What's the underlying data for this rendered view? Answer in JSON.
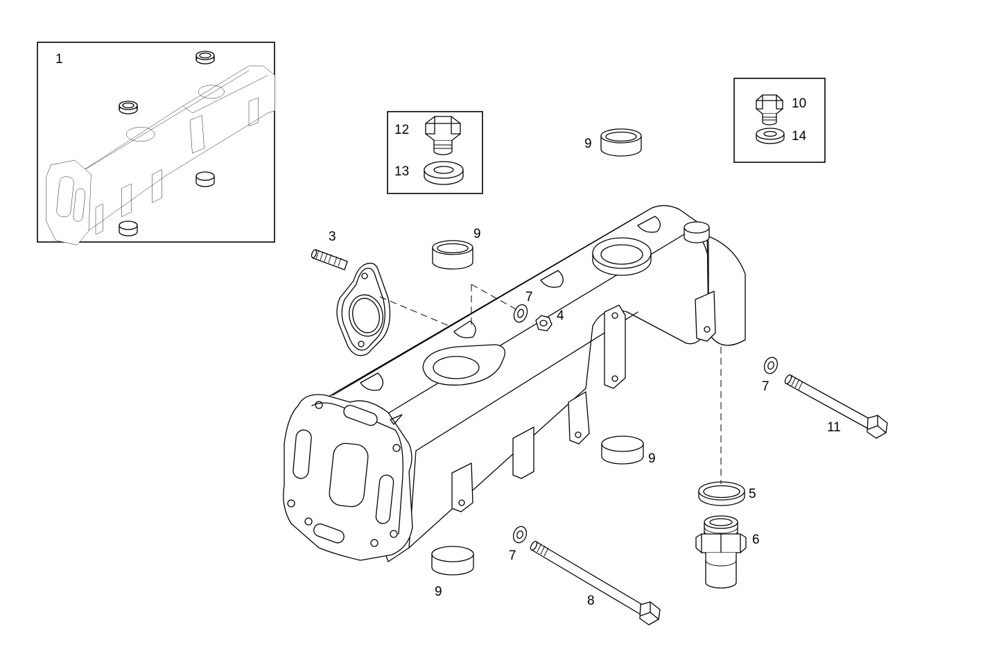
{
  "callouts": {
    "c1": "1",
    "c3": "3",
    "c4": "4",
    "c5": "5",
    "c6": "6",
    "c7a": "7",
    "c7b": "7",
    "c7c": "7",
    "c8": "8",
    "c9a": "9",
    "c9b": "9",
    "c9c": "9",
    "c9d": "9",
    "c10": "10",
    "c11": "11",
    "c12": "12",
    "c13": "13",
    "c14": "14"
  }
}
